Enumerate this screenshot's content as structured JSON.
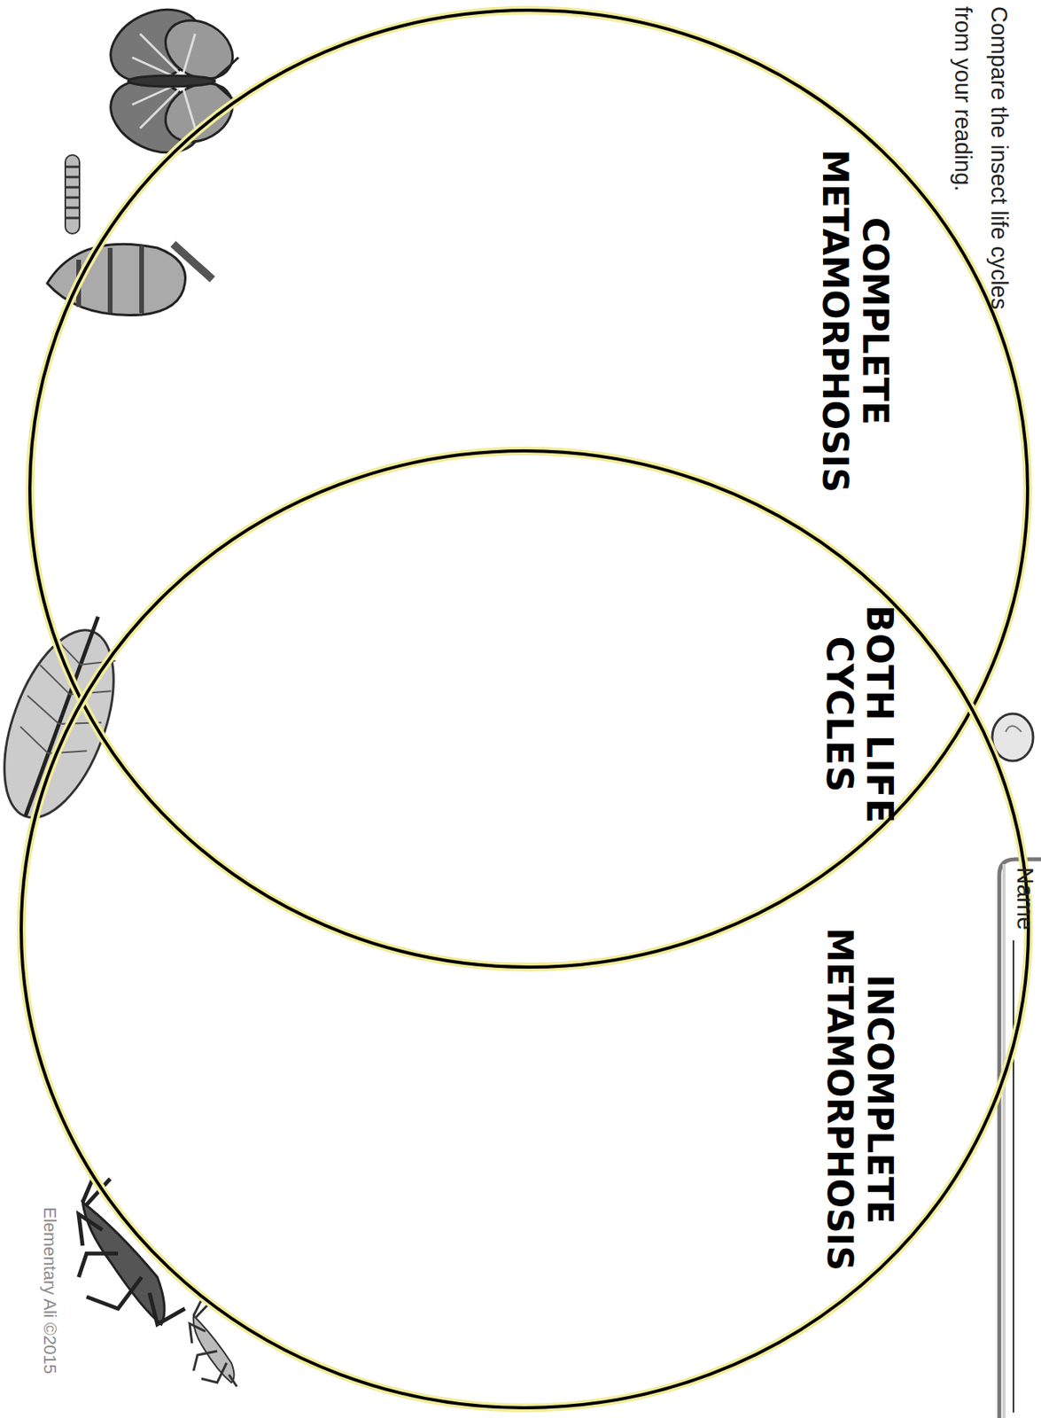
{
  "diagram": {
    "nodes": [
      {
        "text": [
          "COMPLETE METAMORPHOSIS"
        ]
      },
      {
        "text": [
          "INCOMPLETE METAMORPHOSIS"
        ]
      }
    ],
    "labels": [
      "Compare the insect life cycles from your reading.",
      "BOTH LIFE CYCLES",
      "Name",
      "Elementary Ali ©2015"
    ]
  }
}
